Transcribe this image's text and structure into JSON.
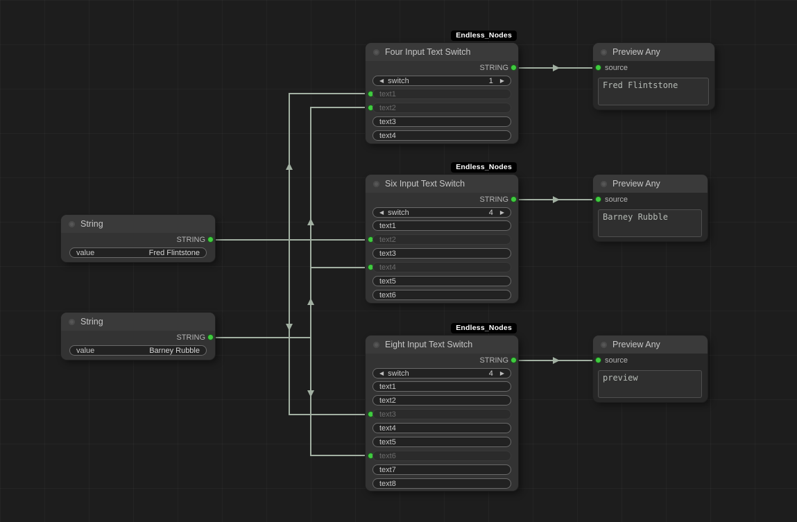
{
  "badge": {
    "label": "Endless_Nodes"
  },
  "icons": {
    "arrow_left": "◀",
    "arrow_right": "▶",
    "collapse_dot": "collapse-dot",
    "slot_dot": "slot-dot"
  },
  "colors": {
    "background": "#1d1d1d",
    "node_body": "#333333",
    "node_title": "#3a3a3a",
    "preview_body": "#272727",
    "slot_green": "#3fcb3f",
    "link": "#a2b0a2",
    "badge_bg": "#000000",
    "badge_text": "#ffffff"
  },
  "nodes": {
    "string_fred": {
      "title": "String",
      "output_label": "STRING",
      "value_label": "value",
      "value": "Fred Flintstone"
    },
    "string_barney": {
      "title": "String",
      "output_label": "STRING",
      "value_label": "value",
      "value": "Barney Rubble"
    },
    "four_switch": {
      "title": "Four Input Text Switch",
      "output_label": "STRING",
      "switch_label": "switch",
      "switch_value": "1",
      "rows": [
        {
          "label": "text1",
          "connected": true
        },
        {
          "label": "text2",
          "connected": true
        },
        {
          "label": "text3",
          "connected": false
        },
        {
          "label": "text4",
          "connected": false
        }
      ]
    },
    "six_switch": {
      "title": "Six Input Text Switch",
      "output_label": "STRING",
      "switch_label": "switch",
      "switch_value": "4",
      "rows": [
        {
          "label": "text1",
          "connected": false
        },
        {
          "label": "text2",
          "connected": true
        },
        {
          "label": "text3",
          "connected": false
        },
        {
          "label": "text4",
          "connected": true
        },
        {
          "label": "text5",
          "connected": false
        },
        {
          "label": "text6",
          "connected": false
        }
      ]
    },
    "eight_switch": {
      "title": "Eight Input Text Switch",
      "output_label": "STRING",
      "switch_label": "switch",
      "switch_value": "4",
      "rows": [
        {
          "label": "text1",
          "connected": false
        },
        {
          "label": "text2",
          "connected": false
        },
        {
          "label": "text3",
          "connected": true
        },
        {
          "label": "text4",
          "connected": false
        },
        {
          "label": "text5",
          "connected": false
        },
        {
          "label": "text6",
          "connected": true
        },
        {
          "label": "text7",
          "connected": false
        },
        {
          "label": "text8",
          "connected": false
        }
      ]
    },
    "preview_1": {
      "title": "Preview Any",
      "input_label": "source",
      "text": "Fred Flintstone"
    },
    "preview_2": {
      "title": "Preview Any",
      "input_label": "source",
      "text": "Barney Rubble"
    },
    "preview_3": {
      "title": "Preview Any",
      "input_label": "source",
      "text": "preview"
    }
  }
}
